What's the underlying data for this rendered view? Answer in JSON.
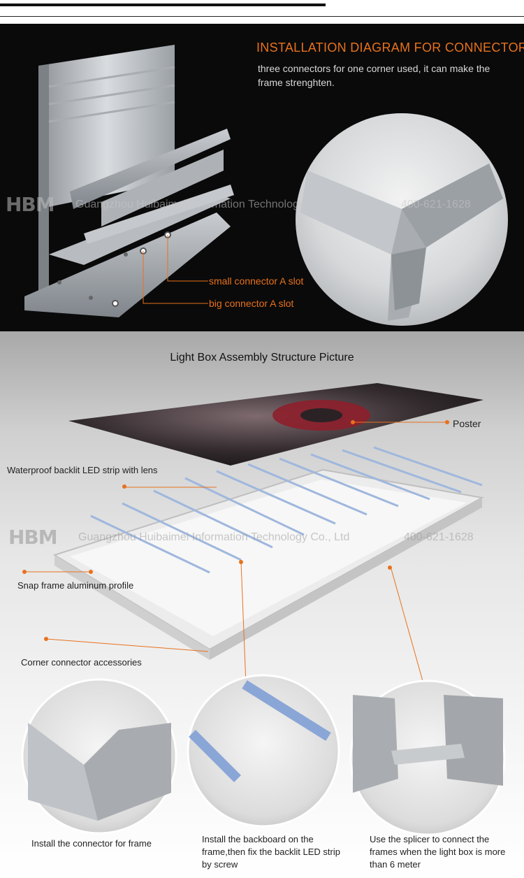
{
  "installation": {
    "title": "INSTALLATION DIAGRAM FOR CONNECTOR",
    "description": "three connectors for one corner used, it can make the frame strenghten.",
    "label_small": "small connector A slot",
    "label_big": "big connector A slot"
  },
  "watermark": {
    "logo": "HBM",
    "company": "Guangzhou Huibaimei Information Technology Co., Ltd",
    "phone": "400-621-1628"
  },
  "assembly": {
    "title": "Light Box Assembly Structure Picture",
    "label_poster": "Poster",
    "label_led": "Waterproof backlit LED strip with lens",
    "label_profile": "Snap frame aluminum profile",
    "label_corner": "Corner connector accessories"
  },
  "steps": [
    {
      "caption": "Install the connector for frame"
    },
    {
      "caption": "Install the backboard on the frame,then fix the backlit LED strip by screw"
    },
    {
      "caption": "Use the splicer to connect the frames when the light box is more than 6 meter"
    }
  ],
  "colors": {
    "accent": "#e8711c",
    "dark_bg": "#0a0a0a"
  }
}
